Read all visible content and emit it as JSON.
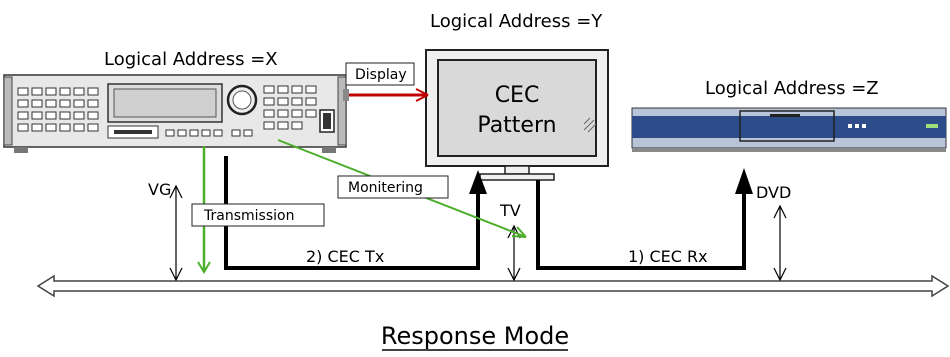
{
  "labels": {
    "addr_x": "Logical Address =X",
    "addr_y": "Logical Address =Y",
    "addr_z": "Logical Address =Z",
    "display": "Display",
    "tv_screen_line1": "CEC",
    "tv_screen_line2": "Pattern",
    "vg": "VG",
    "tv": "TV",
    "dvd": "DVD",
    "monitering": "Monitering",
    "transmission": "Transmission",
    "cec_tx": "2) CEC Tx",
    "cec_rx": "1) CEC Rx",
    "mode": "Response Mode"
  },
  "colors": {
    "display_arrow": "#c00000",
    "monitor_arrow": "#4caf2a",
    "bus_fill": "#ffffff",
    "dvd_stripe": "#2d4d8a"
  }
}
